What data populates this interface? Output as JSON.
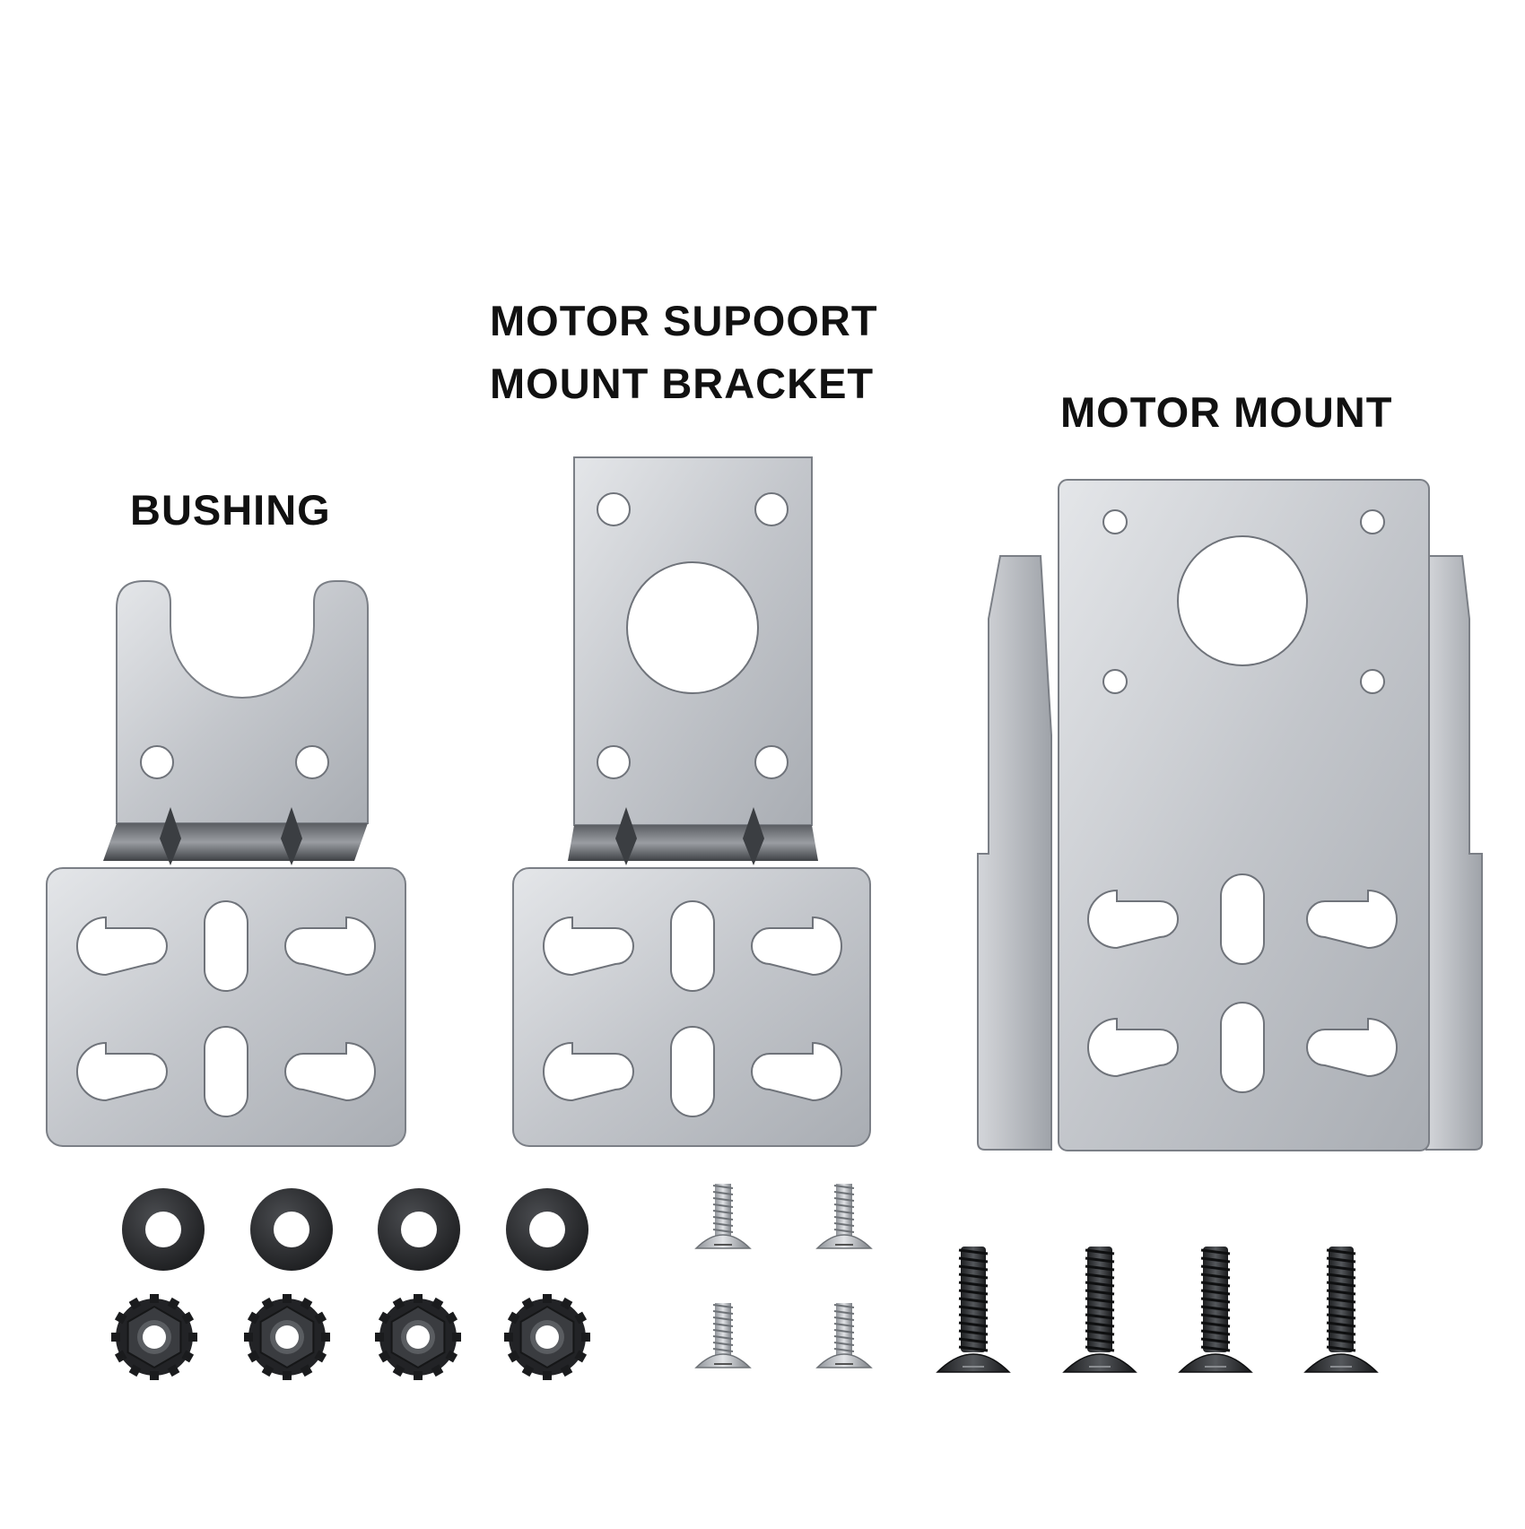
{
  "labels": {
    "bushing": "BUSHING",
    "motor_support_line1": "MOTOR SUPOORT",
    "motor_support_line2": "MOUNT BRACKET",
    "motor_mount": "MOTOR MOUNT"
  },
  "colors": {
    "background": "#ffffff",
    "steel_light": "#d9dbdf",
    "steel_mid": "#b8bbc1",
    "steel_dark": "#8e9299",
    "edge": "#6f737a",
    "hardware_black": "#2a2b2e",
    "screw_silver": "#c9ccd1",
    "text": "#111111"
  },
  "hardware": {
    "washers": 4,
    "nuts": 4,
    "small_screws": 4,
    "large_screws": 4
  }
}
